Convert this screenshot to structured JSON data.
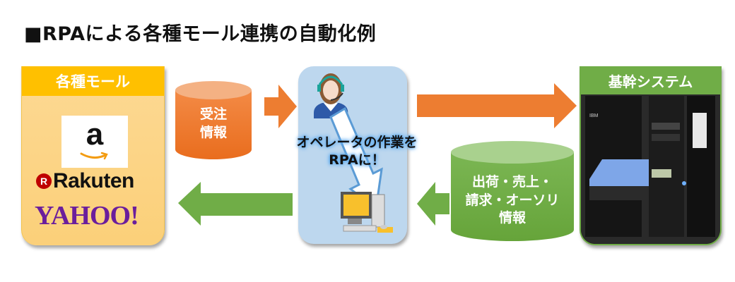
{
  "title": "■RPAによる各種モール連携の自動化例",
  "colors": {
    "orange": "#ed7d31",
    "green": "#70ad47",
    "mall_header": "#ffc000",
    "mall_body": "#fdd994",
    "operator_bg": "#bdd7ee"
  },
  "mall": {
    "header": "各種モール",
    "logos": {
      "amazon": "a",
      "rakuten_mark": "R",
      "rakuten": "Rakuten",
      "yahoo": "YAHOO!"
    }
  },
  "order_info": {
    "line1": "受注",
    "line2": "情報"
  },
  "operator": {
    "caption_line1": "オペレータの作業を",
    "caption_line2": "RPAに！"
  },
  "shipping_info": {
    "line1": "出荷・売上・",
    "line2": "請求・オーソリ",
    "line3": "情報"
  },
  "system": {
    "header": "基幹システム",
    "brand_label": "IBM"
  },
  "flows": [
    {
      "from": "order_info",
      "to": "operator",
      "color": "orange"
    },
    {
      "from": "operator",
      "to": "system",
      "color": "orange"
    },
    {
      "from": "shipping_info",
      "to": "operator",
      "color": "green"
    },
    {
      "from": "operator",
      "to": "mall",
      "color": "green"
    }
  ]
}
